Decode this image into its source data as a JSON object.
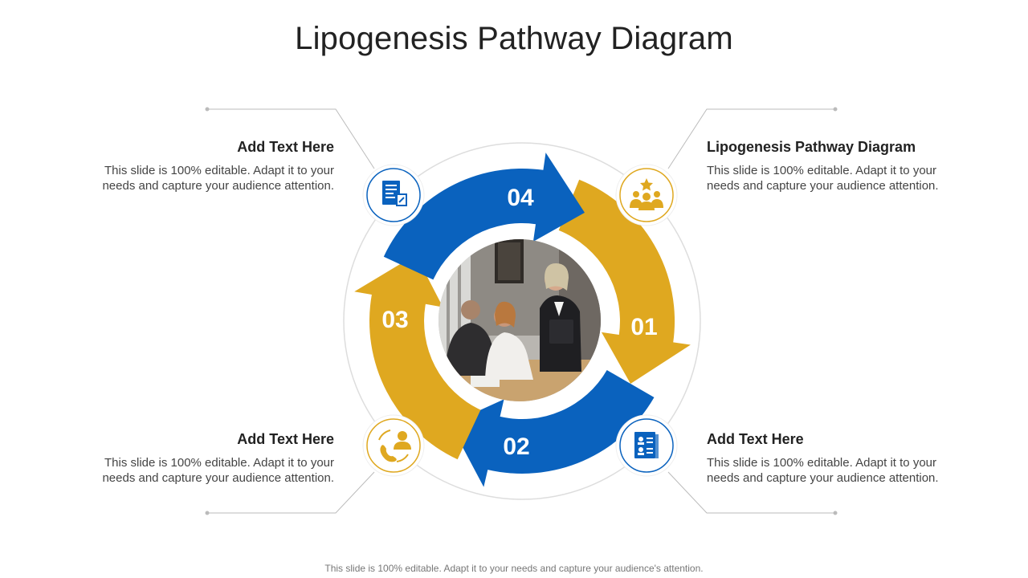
{
  "title": "Lipogenesis Pathway Diagram",
  "footer": "This slide is 100% editable. Adapt it to your needs and capture your audience's attention.",
  "colors": {
    "blue": "#0A62BE",
    "gold": "#DFA820",
    "ring": "#DDDDDD",
    "leader": "#BBBBBB"
  },
  "steps": [
    {
      "number": "01",
      "color": "gold"
    },
    {
      "number": "02",
      "color": "blue"
    },
    {
      "number": "03",
      "color": "gold"
    },
    {
      "number": "04",
      "color": "blue"
    }
  ],
  "blocks": {
    "top_left": {
      "heading": "Add Text Here",
      "body": "This slide is 100% editable. Adapt it to your needs and capture your audience attention.",
      "icon": "document-icon"
    },
    "top_right": {
      "heading": "Lipogenesis Pathway Diagram",
      "body": "This slide is 100% editable. Adapt it to your needs and capture your audience attention.",
      "icon": "team-star-icon"
    },
    "bottom_left": {
      "heading": "Add Text Here",
      "body": "This slide is 100% editable. Adapt it to your needs and capture your audience attention.",
      "icon": "customer-support-icon"
    },
    "bottom_right": {
      "heading": "Add Text Here",
      "body": "This slide is 100% editable. Adapt it to your needs and capture your audience attention.",
      "icon": "profile-list-icon"
    }
  },
  "center_image": "business-meeting-photo"
}
